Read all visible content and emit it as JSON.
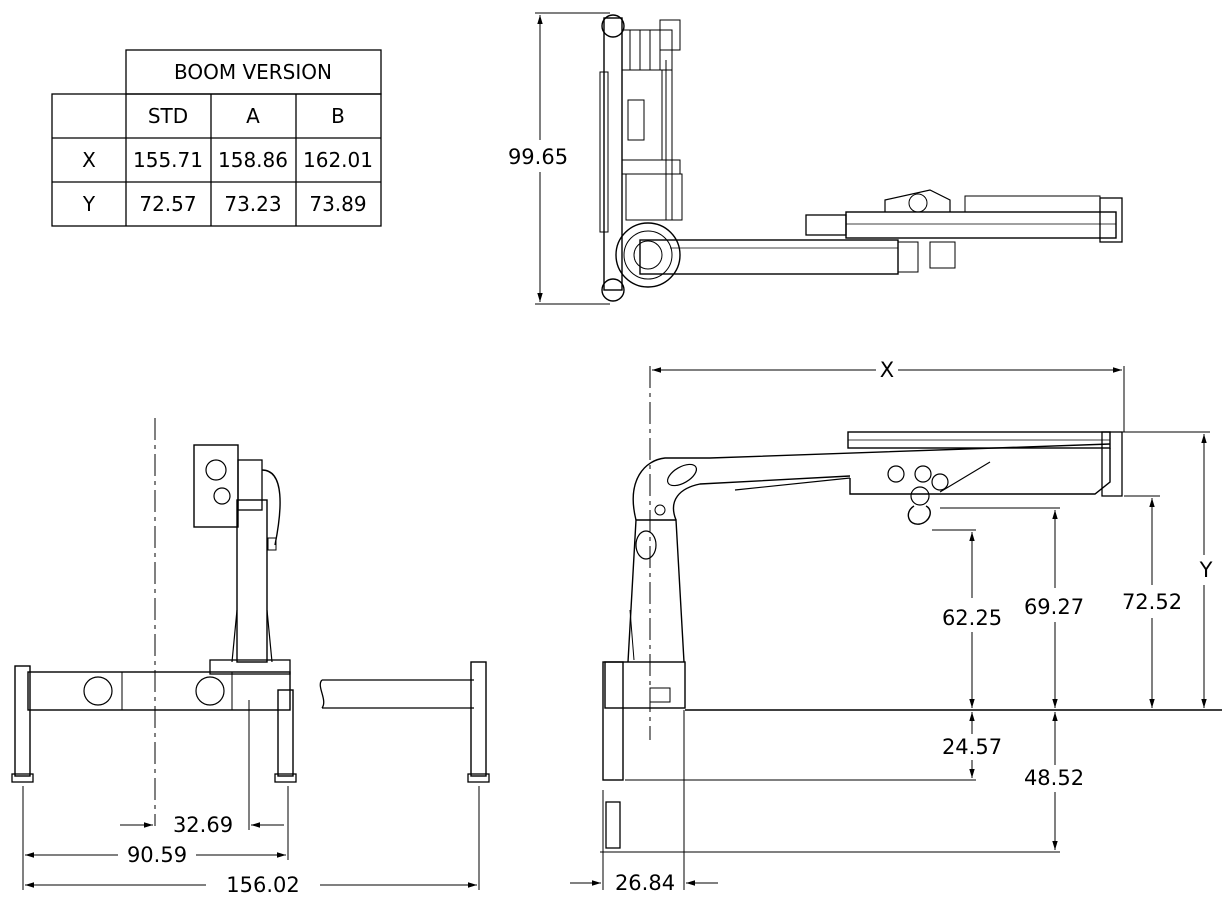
{
  "table": {
    "title": "BOOM VERSION",
    "columns": [
      "STD",
      "A",
      "B"
    ],
    "rows": [
      {
        "label": "X",
        "values": [
          "155.71",
          "158.86",
          "162.01"
        ]
      },
      {
        "label": "Y",
        "values": [
          "72.57",
          "73.23",
          "73.89"
        ]
      }
    ]
  },
  "dimensions": {
    "top_height": "99.65",
    "x_label": "X",
    "y_label": "Y",
    "h1": "62.25",
    "h2": "69.27",
    "h3": "72.52",
    "low1": "24.57",
    "low2": "48.52",
    "base_width": "26.84",
    "left_center": "32.69",
    "left_mid": "90.59",
    "left_full": "156.02"
  }
}
